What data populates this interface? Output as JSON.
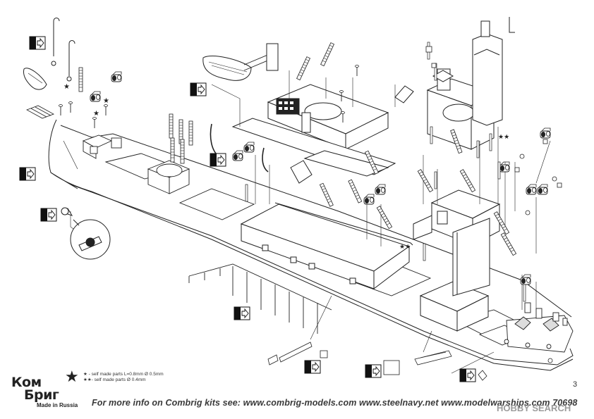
{
  "brand": {
    "line1": "Ком",
    "line2": "Бриг",
    "made_in": "Made in Russia"
  },
  "legend": {
    "item1": "★ - self made parts L=0.8mm  Ø 0.5mm",
    "item2": "★★- self made parts Ø 0.4mm"
  },
  "markers": {
    "single_star": "★",
    "double_star": "★★"
  },
  "footer": "For more info on Combrig kits see: www.combrig-models.com www.steelnavy.net  www.modelwarships.com  70698",
  "page_number": "3",
  "watermark": "HOBBY SEARCH",
  "colors": {
    "line": "#222222",
    "fill": "#ffffff",
    "shade": "#d8d8d8"
  }
}
